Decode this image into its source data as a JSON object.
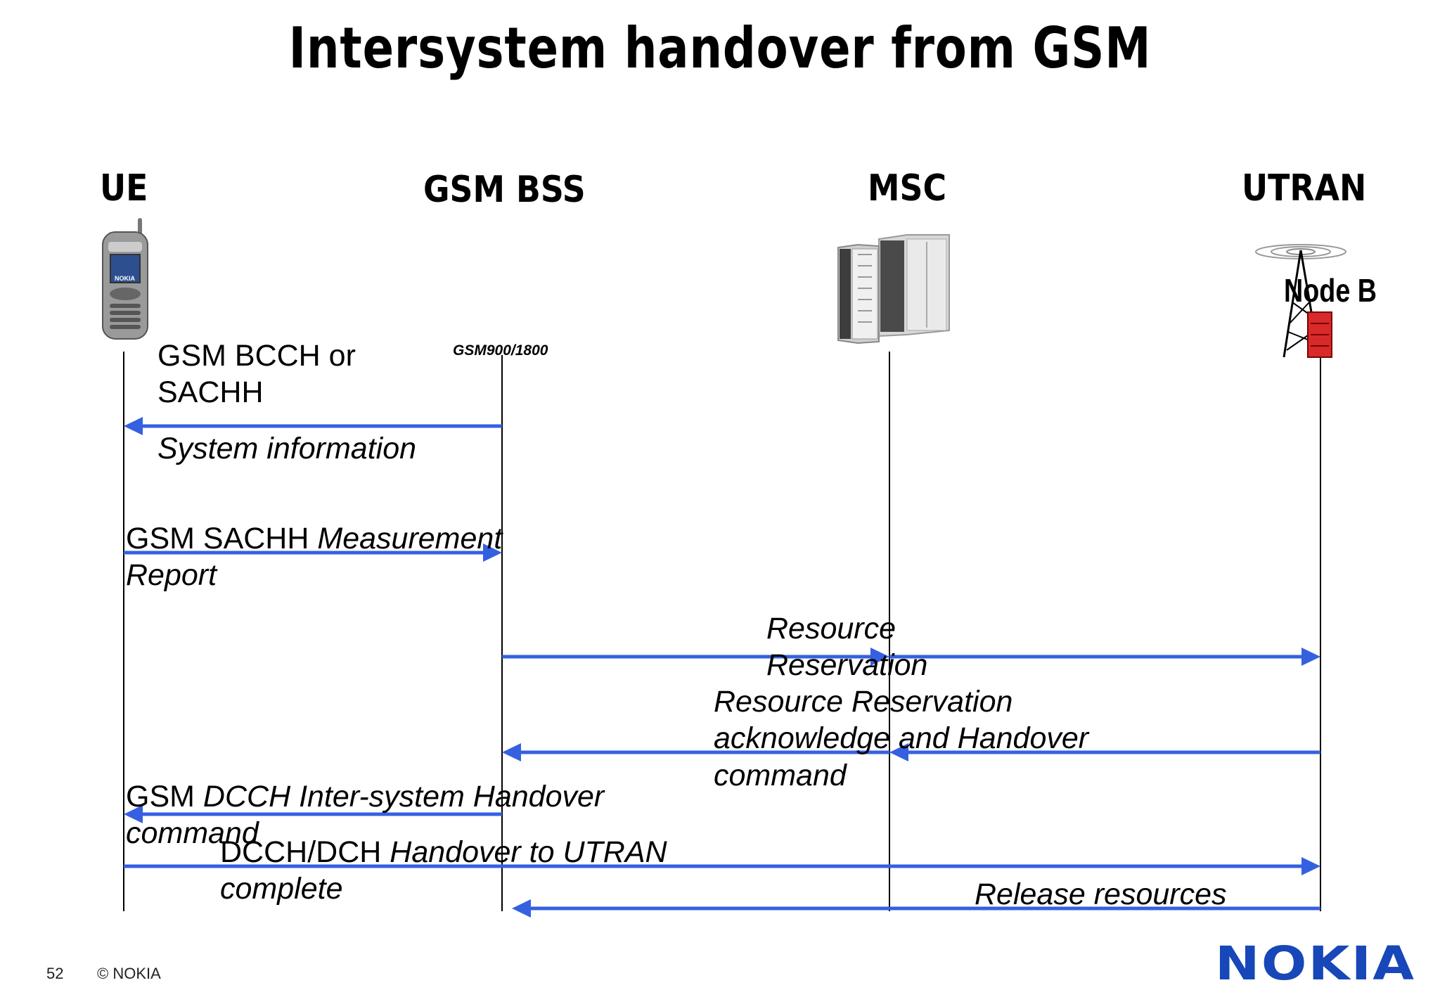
{
  "title": "Intersystem handover from GSM",
  "entities": {
    "ue": "UE",
    "gsm_bss": "GSM BSS",
    "msc": "MSC",
    "utran": "UTRAN"
  },
  "node_b_label": "Node B",
  "band_label": "GSM900/1800",
  "messages": {
    "m1_channel_line1": "GSM BCCH or",
    "m1_channel_line2": "SACHH",
    "m1_name": "System information",
    "m2_prefix": "GSM SACHH",
    "m2_name_line1": "Measurement",
    "m2_name_line2": "Report",
    "m3_line1": "Resource",
    "m3_line2": "Reservation",
    "m4_line1": "Resource Reservation",
    "m4_line2": "acknowledge and Handover",
    "m4_line3": "command",
    "m5_prefix": "GSM",
    "m5_italic": "DCCH Inter-system",
    "m5_suffix": "Handover",
    "m5_line2": "command",
    "m6_prefix": "DCCH/DCH",
    "m6_italic": "Handover to UTRAN",
    "m6_line2": "complete",
    "m7": "Release resources"
  },
  "footer": {
    "page_number": "52",
    "copyright": "© NOKIA",
    "logo": "NOKIA"
  },
  "colors": {
    "arrow": "#3560e0",
    "lifeline": "#000000",
    "logo": "#1747b8"
  },
  "icons": {
    "ue": "mobile-phone-icon",
    "msc": "server-rack-icon",
    "utran": "antenna-tower-icon"
  }
}
